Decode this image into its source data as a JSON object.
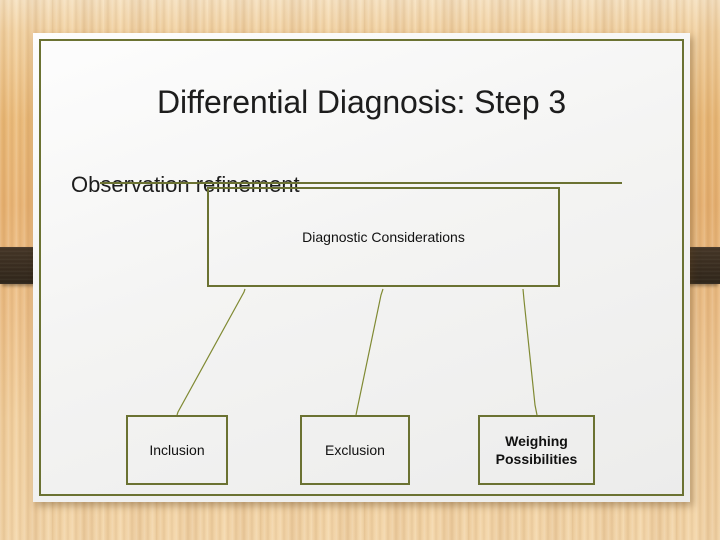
{
  "slide": {
    "title": "Differential Diagnosis: Step 3",
    "subtitle": "Observation refinement",
    "colors": {
      "accent_green": "#6b7232",
      "text": "#1d1d1d",
      "paper": "#f4f4f3",
      "desk_wood": "#e9b978",
      "clip_dark": "#3b2e20"
    }
  },
  "diagram": {
    "root": {
      "label": "Diagnostic Considerations"
    },
    "children": [
      {
        "label": "Inclusion"
      },
      {
        "label": "Exclusion"
      },
      {
        "label": "Weighing Possibilities",
        "line1": "Weighing",
        "line2": "Possibilities"
      }
    ]
  }
}
